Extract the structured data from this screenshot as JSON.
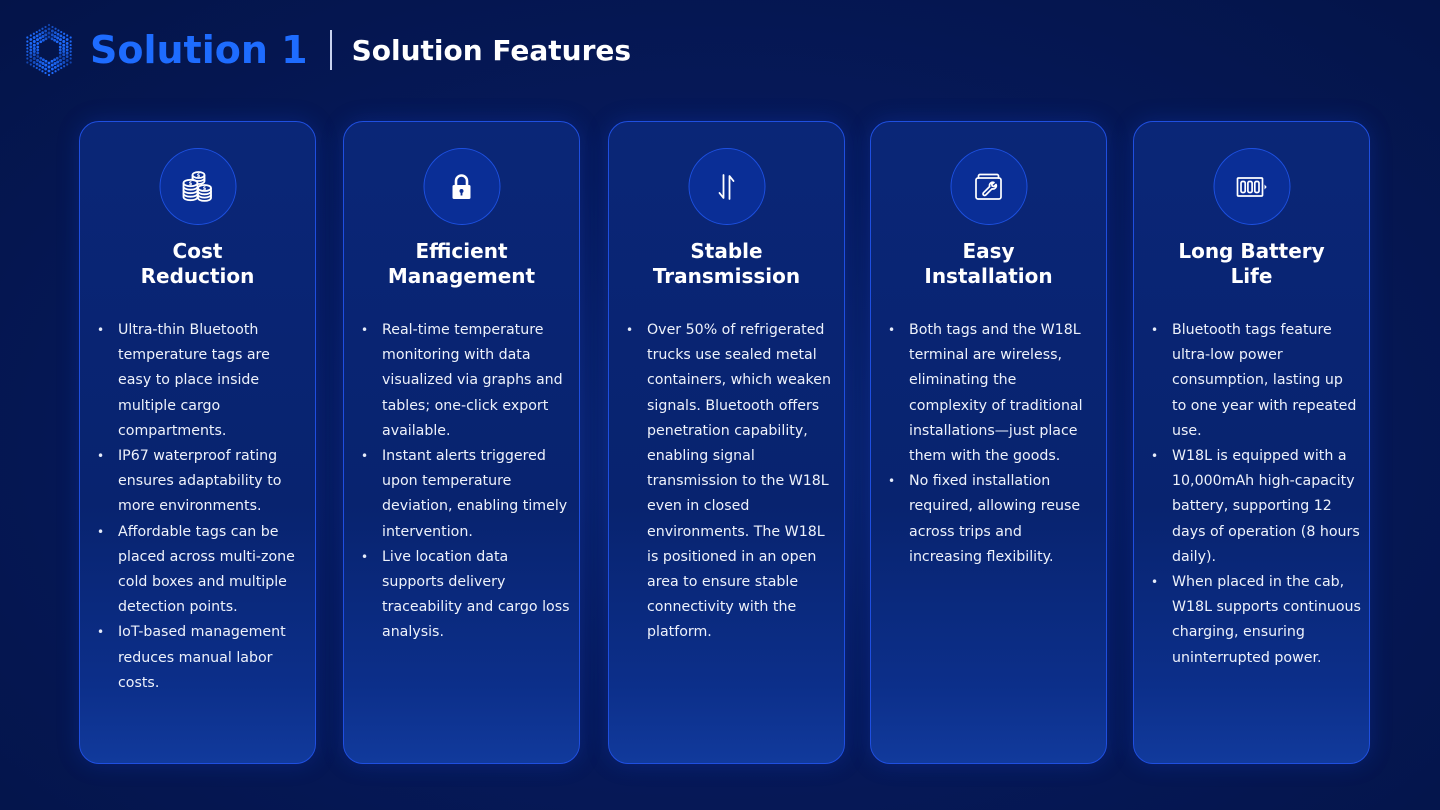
{
  "header": {
    "logo_icon": "hexagon-dot-ring-logo",
    "title": "Solution 1",
    "subtitle": "Solution Features"
  },
  "colors": {
    "background": "#06195a",
    "accent_blue": "#1e6cff",
    "card_border": "#1f4fe0",
    "card_fill": "#08236f",
    "text": "#ffffff"
  },
  "cards": [
    {
      "icon": "coins-stack-icon",
      "title_line1": "Cost",
      "title_line2": "Reduction",
      "bullets": [
        "Ultra-thin Bluetooth temperature tags are easy to place inside multiple cargo compartments.",
        "IP67 waterproof rating ensures adaptability to more environments.",
        "Affordable tags can be placed across multi-zone cold boxes and multiple detection points.",
        "IoT-based management reduces manual labor costs."
      ]
    },
    {
      "icon": "padlock-icon",
      "title_line1": "Efficient",
      "title_line2": "Management",
      "bullets": [
        "Real-time temperature monitoring with data visualized via graphs and tables; one-click export available.",
        "Instant alerts triggered upon temperature deviation, enabling timely intervention.",
        "Live location data supports delivery traceability and cargo loss analysis."
      ]
    },
    {
      "icon": "up-down-arrows-icon",
      "title_line1": "Stable",
      "title_line2": "Transmission",
      "bullets": [
        "Over 50% of refrigerated trucks use sealed metal containers, which weaken signals. Bluetooth offers penetration capability, enabling signal transmission to the W18L even in closed environments. The W18L is positioned in an open area to ensure stable connectivity with the platform."
      ]
    },
    {
      "icon": "toolbox-wrench-icon",
      "title_line1": "Easy",
      "title_line2": "Installation",
      "bullets": [
        "Both tags and the W18L terminal are wireless, eliminating the complexity of traditional installations—just place them with the goods.",
        "No fixed installation required, allowing reuse across trips and increasing flexibility."
      ]
    },
    {
      "icon": "battery-icon",
      "title_line1": "Long Battery",
      "title_line2": "Life",
      "bullets": [
        "Bluetooth tags feature ultra-low power consumption, lasting up to one year with repeated use.",
        "W18L is equipped with a 10,000mAh high-capacity battery, supporting 12 days of operation (8 hours daily).",
        "When placed in the cab, W18L supports continuous charging, ensuring uninterrupted power."
      ]
    }
  ]
}
